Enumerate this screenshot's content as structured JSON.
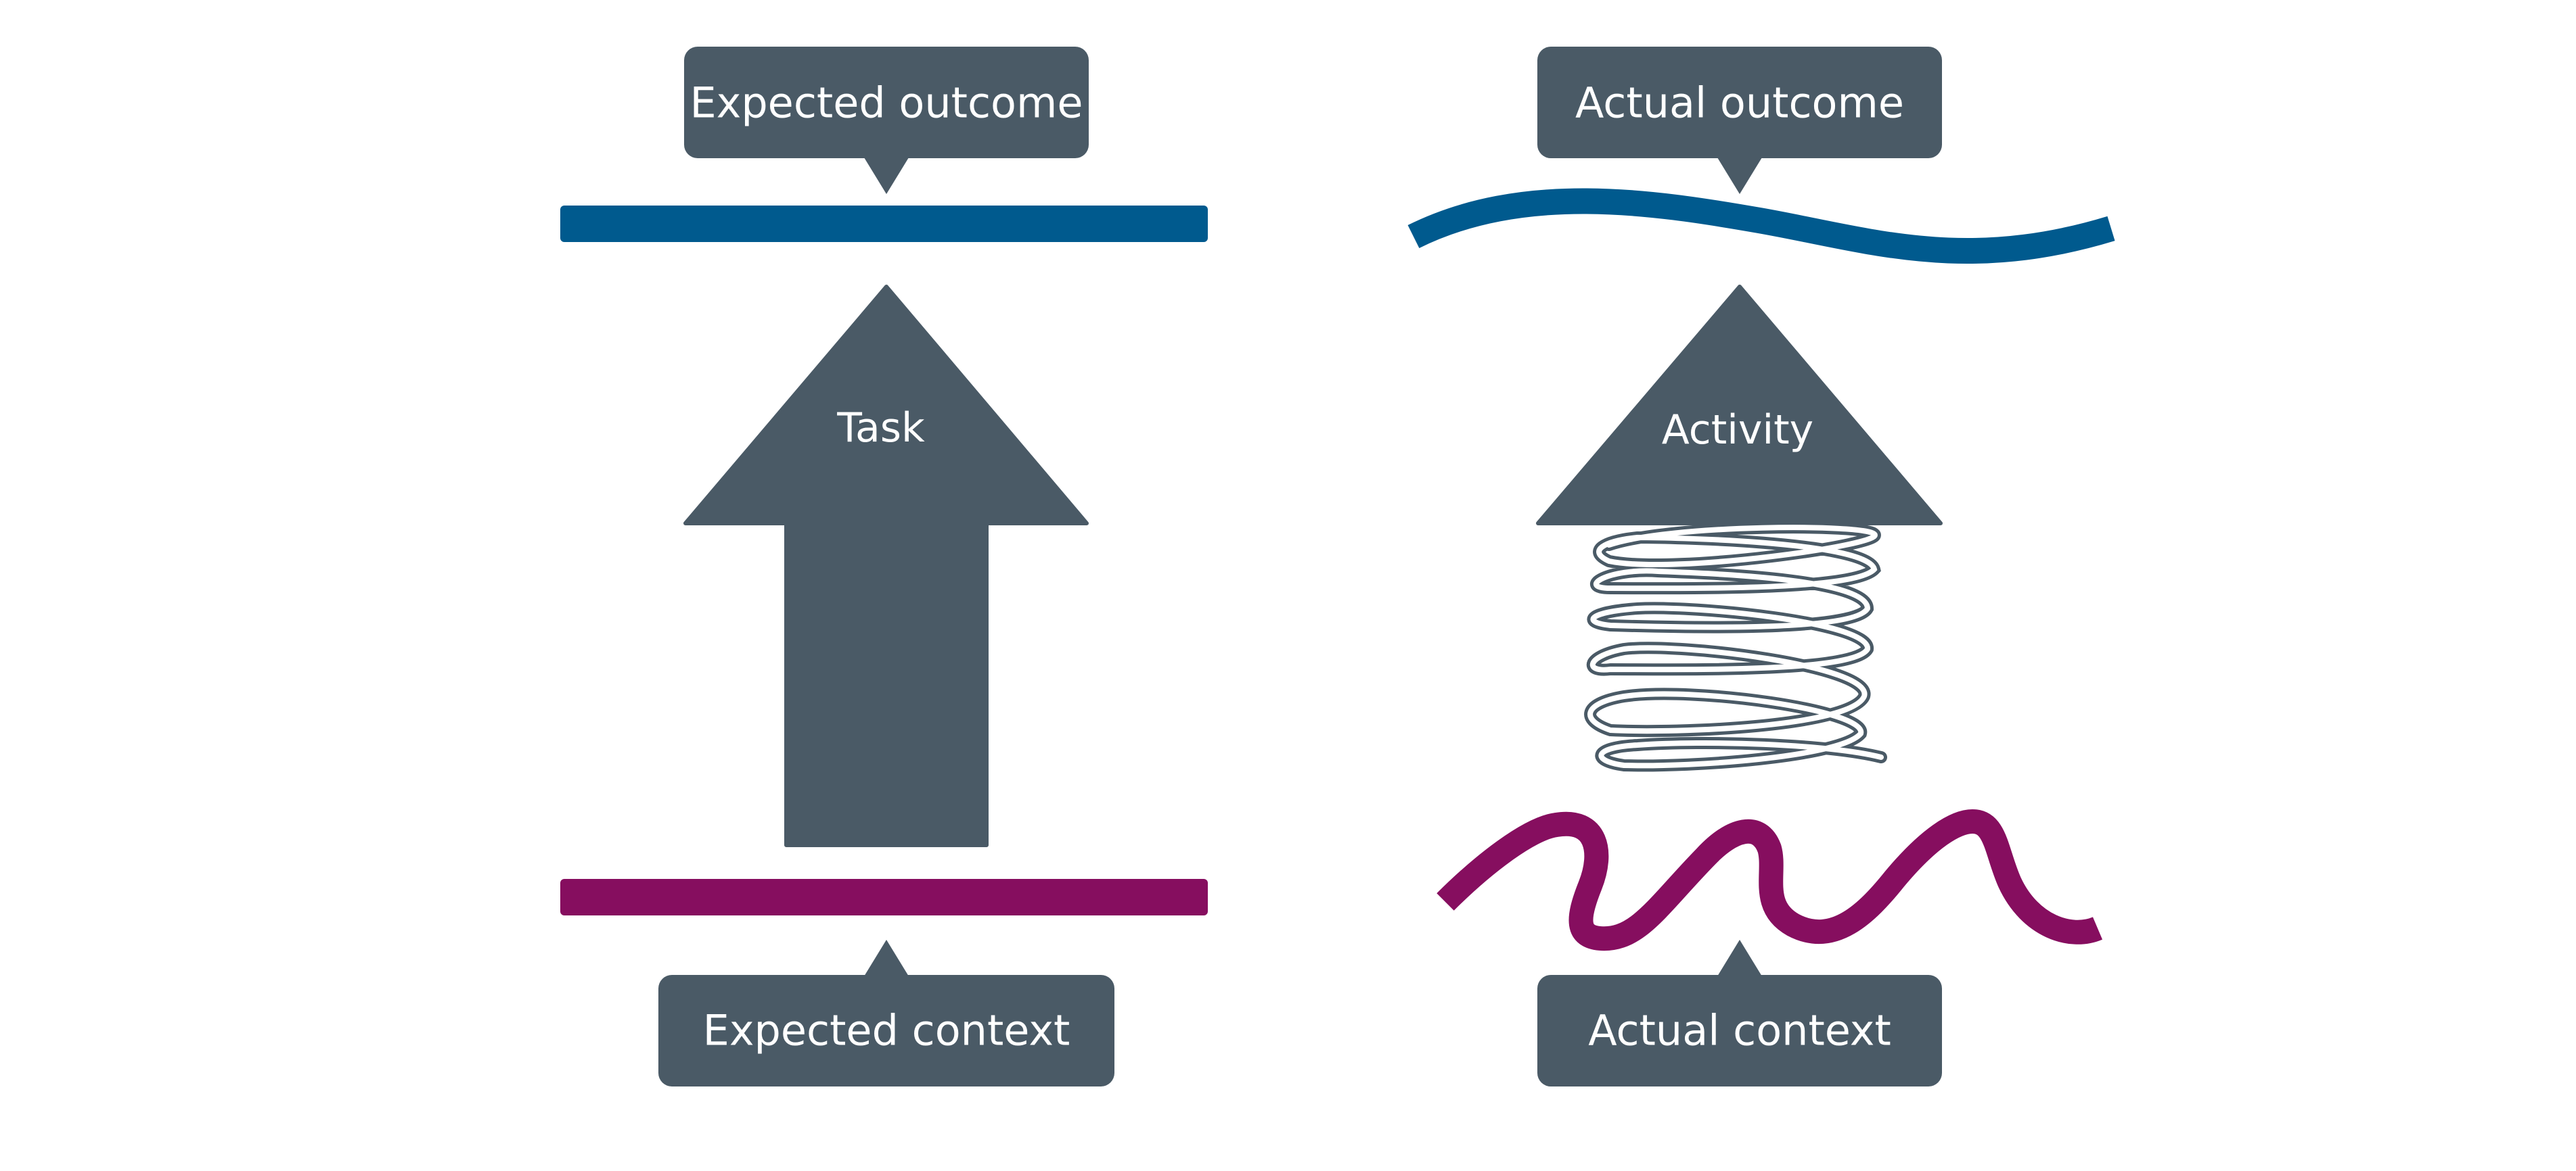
{
  "left_panel": {
    "outcome_label": "Expected outcome",
    "arrow_label": "Task",
    "context_label": "Expected context"
  },
  "right_panel": {
    "outcome_label": "Actual outcome",
    "arrow_label": "Activity",
    "context_label": "Actual context"
  },
  "colors": {
    "label_box": "#4a5a66",
    "arrow": "#4a5a66",
    "outcome_line": "#005a8e",
    "context_line": "#860e5f",
    "label_text": "#ffffff",
    "background": "#ffffff"
  }
}
